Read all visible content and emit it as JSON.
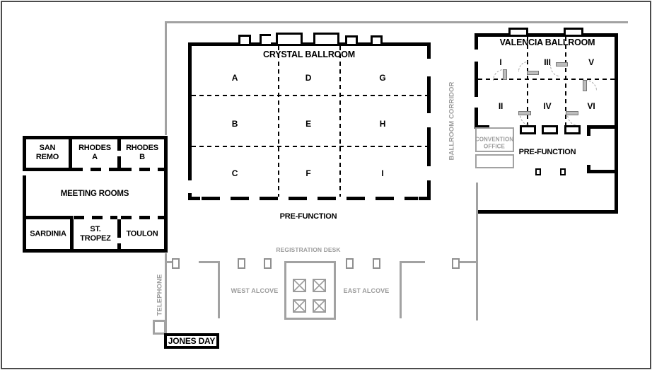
{
  "colors": {
    "wall_black": "#000000",
    "line_gray": "#a2a2a2",
    "text_gray": "#9c9c9c",
    "background": "#ffffff",
    "border": "#4b4b4b"
  },
  "crystal_ballroom": {
    "title": "CRYSTAL BALLROOM",
    "sections": [
      "A",
      "D",
      "G",
      "B",
      "E",
      "H",
      "C",
      "F",
      "I"
    ],
    "prefunction_label": "PRE-FUNCTION"
  },
  "valencia_ballroom": {
    "title": "VALENCIA BALLROOM",
    "sections": [
      "I",
      "III",
      "V",
      "II",
      "IV",
      "VI"
    ],
    "prefunction_label": "PRE-FUNCTION"
  },
  "meeting_rooms": {
    "area_label": "MEETING ROOMS",
    "rooms": [
      {
        "lines": [
          "SAN",
          "REMO"
        ]
      },
      {
        "lines": [
          "RHODES",
          "A"
        ]
      },
      {
        "lines": [
          "RHODES",
          "B"
        ]
      },
      {
        "lines": [
          "SARDINIA"
        ]
      },
      {
        "lines": [
          "ST.",
          "TROPEZ"
        ]
      },
      {
        "lines": [
          "TOULON"
        ]
      }
    ]
  },
  "labels": {
    "ballroom_corridor": "BALLROOM CORRIDOR",
    "convention_office": {
      "lines": [
        "CONVENTION",
        "OFFICE"
      ]
    },
    "registration_desk": "REGISTRATION DESK",
    "west_alcove": "WEST ALCOVE",
    "east_alcove": "EAST ALCOVE",
    "telephone": "TELEPHONE",
    "jones_day": "JONES DAY"
  }
}
